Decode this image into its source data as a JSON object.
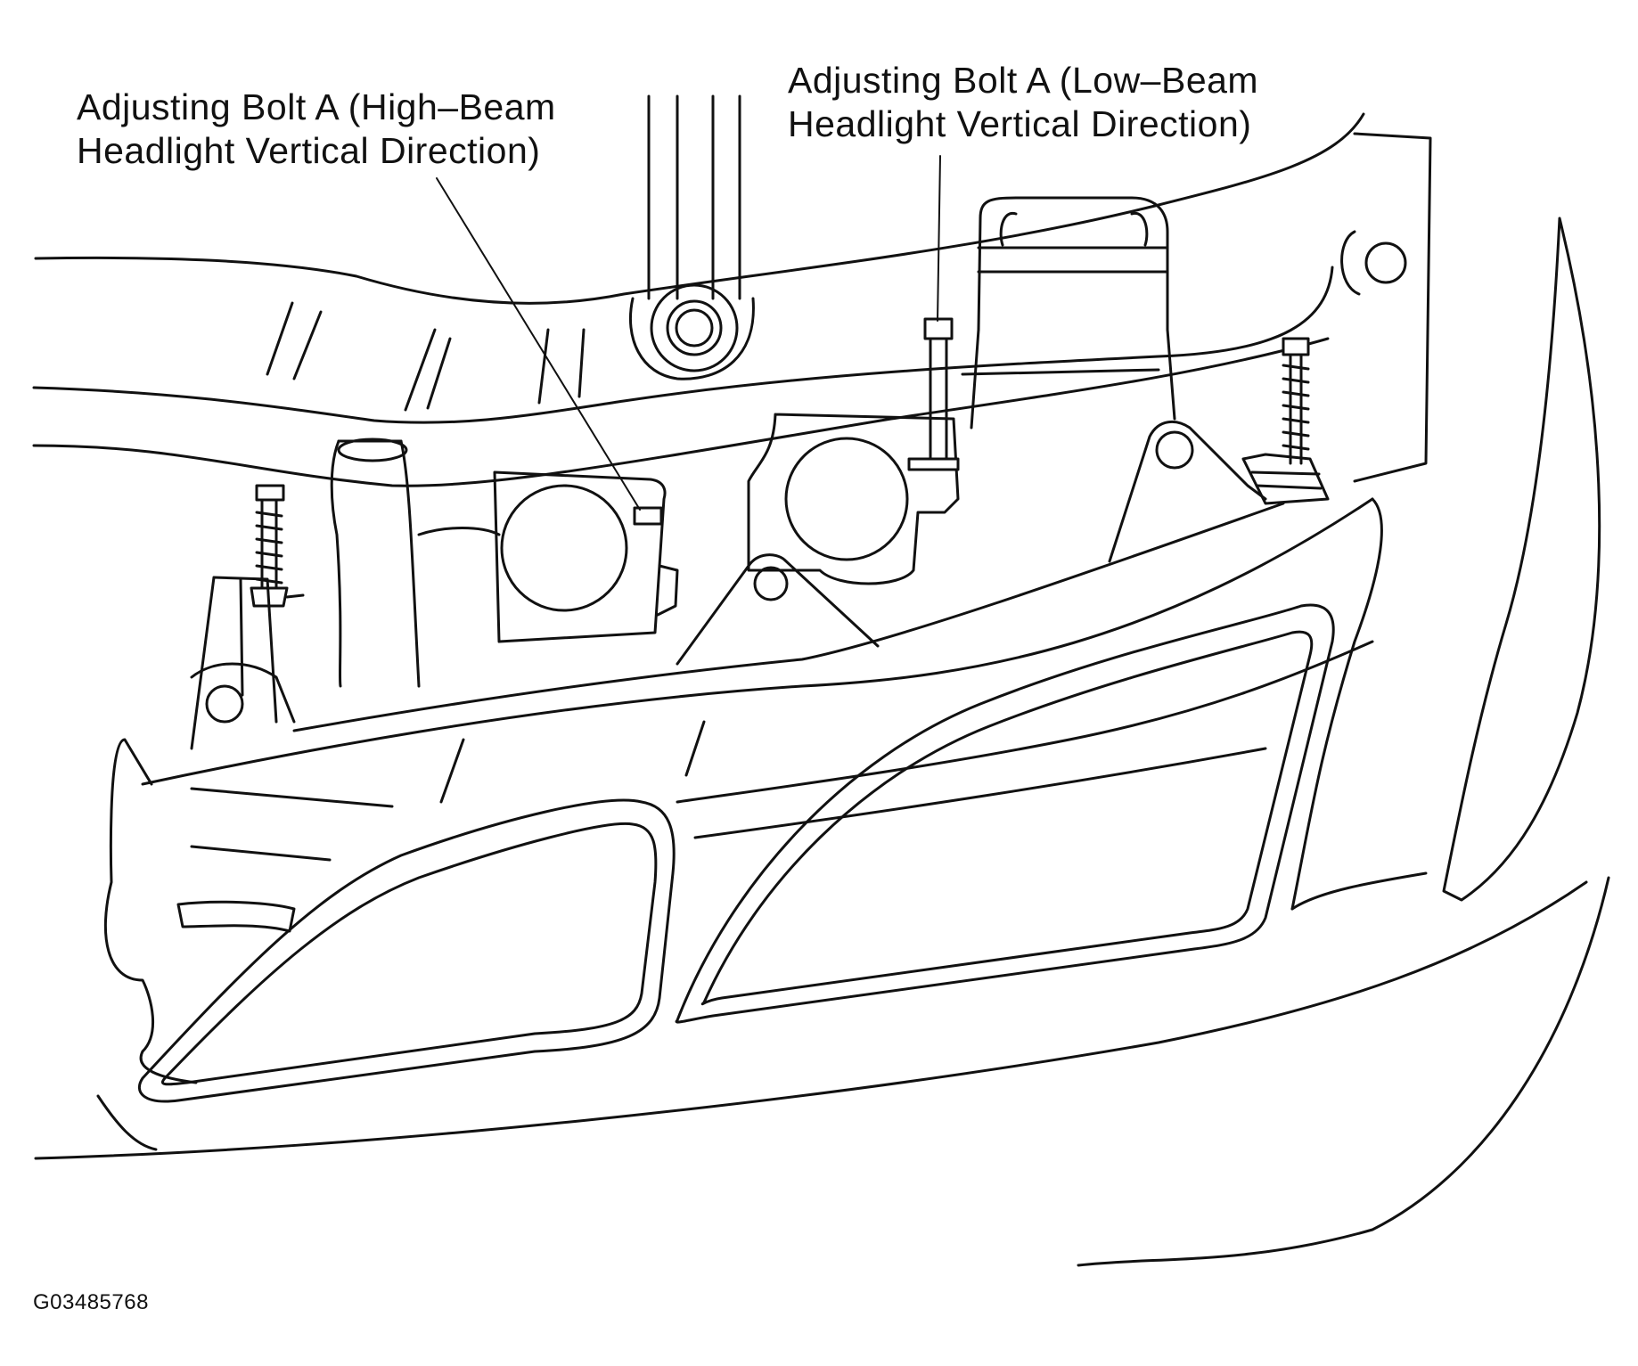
{
  "callouts": {
    "high_beam": {
      "line1": "Adjusting Bolt A (High–Beam",
      "line2": "Headlight Vertical Direction)"
    },
    "low_beam": {
      "line1": "Adjusting Bolt A (Low–Beam",
      "line2": "Headlight Vertical Direction)"
    }
  },
  "figure_id": "G03485768",
  "colors": {
    "line": "#111111",
    "background": "#ffffff"
  }
}
